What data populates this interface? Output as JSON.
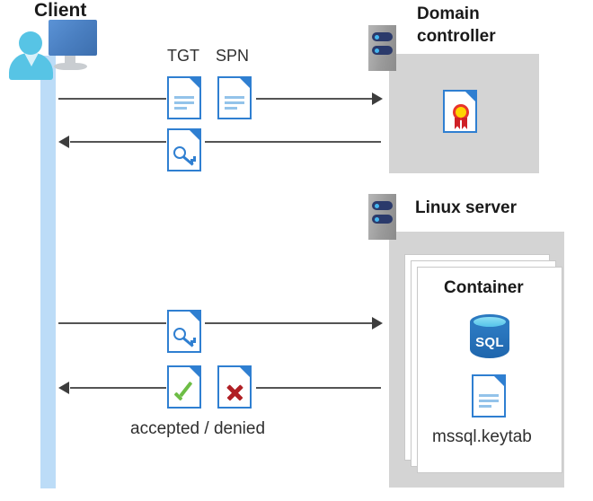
{
  "diagram": {
    "title": "Kerberos authentication flow between client, domain controller and Linux server container",
    "type": "sequence-diagram"
  },
  "client": {
    "label": "Client",
    "icon": "client-workstation-icon"
  },
  "domain_controller": {
    "label": "Domain\ncontroller",
    "label_line1": "Domain",
    "label_line2": "controller",
    "server_icon": "server-rack-icon",
    "content_icon": "certificate-document-icon"
  },
  "linux_server": {
    "label": "Linux server",
    "server_icon": "server-rack-icon",
    "container": {
      "label": "Container",
      "sql_icon": "sql-database-icon",
      "sql_text": "SQL",
      "keytab_icon": "keytab-document-icon",
      "keytab_label": "mssql.keytab"
    }
  },
  "messages": [
    {
      "id": "msg-1",
      "direction": "right",
      "from": "client",
      "to": "domain-controller",
      "icons": [
        {
          "name": "tgt-document-icon",
          "label": "TGT",
          "glyph": "text-document"
        },
        {
          "name": "spn-document-icon",
          "label": "SPN",
          "glyph": "text-document"
        }
      ]
    },
    {
      "id": "msg-2",
      "direction": "left",
      "from": "domain-controller",
      "to": "client",
      "icons": [
        {
          "name": "service-ticket-key-document-icon",
          "label": "",
          "glyph": "key-document"
        }
      ]
    },
    {
      "id": "msg-3",
      "direction": "right",
      "from": "client",
      "to": "linux-server",
      "icons": [
        {
          "name": "service-ticket-key-document-icon",
          "label": "",
          "glyph": "key-document"
        }
      ]
    },
    {
      "id": "msg-4",
      "direction": "left",
      "from": "linux-server",
      "to": "client",
      "caption": "accepted / denied",
      "icons": [
        {
          "name": "accepted-check-document-icon",
          "label": "",
          "glyph": "check-document"
        },
        {
          "name": "denied-cross-document-icon",
          "label": "",
          "glyph": "cross-document"
        }
      ]
    }
  ],
  "labels": {
    "tgt": "TGT",
    "spn": "SPN",
    "accepted_denied": "accepted / denied"
  },
  "colors": {
    "panel_gray": "#d4d4d4",
    "lifeline_blue": "#bcdcf7",
    "doc_border_blue": "#2f7fd1",
    "doc_line_blue": "#93c3ea",
    "arrow_gray": "#545454",
    "server_navy": "#2b3a6b",
    "server_dot_cyan": "#45b6ef",
    "person_cyan": "#57c4e5",
    "monitor_blue": "#4a7fc1",
    "check_green": "#6dbd45",
    "cross_red": "#b02025",
    "cert_yellow": "#ffd400",
    "cert_red": "#cf2026",
    "sql_blue": "#1f66ad",
    "text_dark": "#1a1a1a"
  }
}
